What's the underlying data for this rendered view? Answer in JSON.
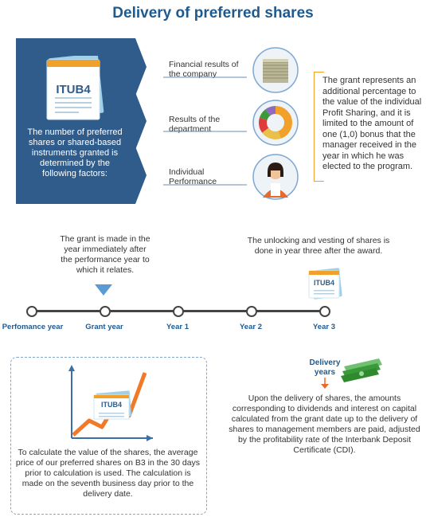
{
  "title": "Delivery of preferred shares",
  "panel": {
    "doc_label": "ITUB4",
    "text": "The number of preferred shares or shared-based instruments granted is determined by the following factors:"
  },
  "factors": [
    {
      "label": "Financial results of the company",
      "icon": "money-stack-icon"
    },
    {
      "label": "Results of the department",
      "icon": "donut-chart-icon"
    },
    {
      "label": "Individual Performance",
      "icon": "person-icon"
    }
  ],
  "grant_description": "The grant represents an additional percentage to the value of the individual Profit Sharing, and it is limited to the amount of one (1,0) bonus that the manager received in the year in which he was elected to the program.",
  "timeline": {
    "labels": [
      "Perfomance year",
      "Grant year",
      "Year 1",
      "Year 2",
      "Year 3"
    ],
    "grant_note": "The grant is made in the year immediately after the performance year to which it relates.",
    "vesting_note": "The unlocking and vesting of shares is done in year three after the award.",
    "vesting_doc_label": "ITUB4"
  },
  "calculation": {
    "chart_doc_label": "ITUB4",
    "text": "To calculate the value of the shares, the average price of our preferred shares on B3 in the 30 days prior to calculation is used. The calculation is made on the seventh business day prior to the delivery date."
  },
  "delivery": {
    "label": "Delivery years",
    "text": "Upon the delivery of shares, the amounts corresponding to dividends and interest on capital calculated from the grant date up to the delivery of shares to management members are paid, adjusted by the profitability rate of the Interbank Deposit Certificate (CDI)."
  },
  "colors": {
    "navy": "#2f5c8a",
    "title_blue": "#1f5a8f",
    "orange": "#f1a02a",
    "dash_blue": "#7fa7d1",
    "green": "#3a9a3a"
  }
}
